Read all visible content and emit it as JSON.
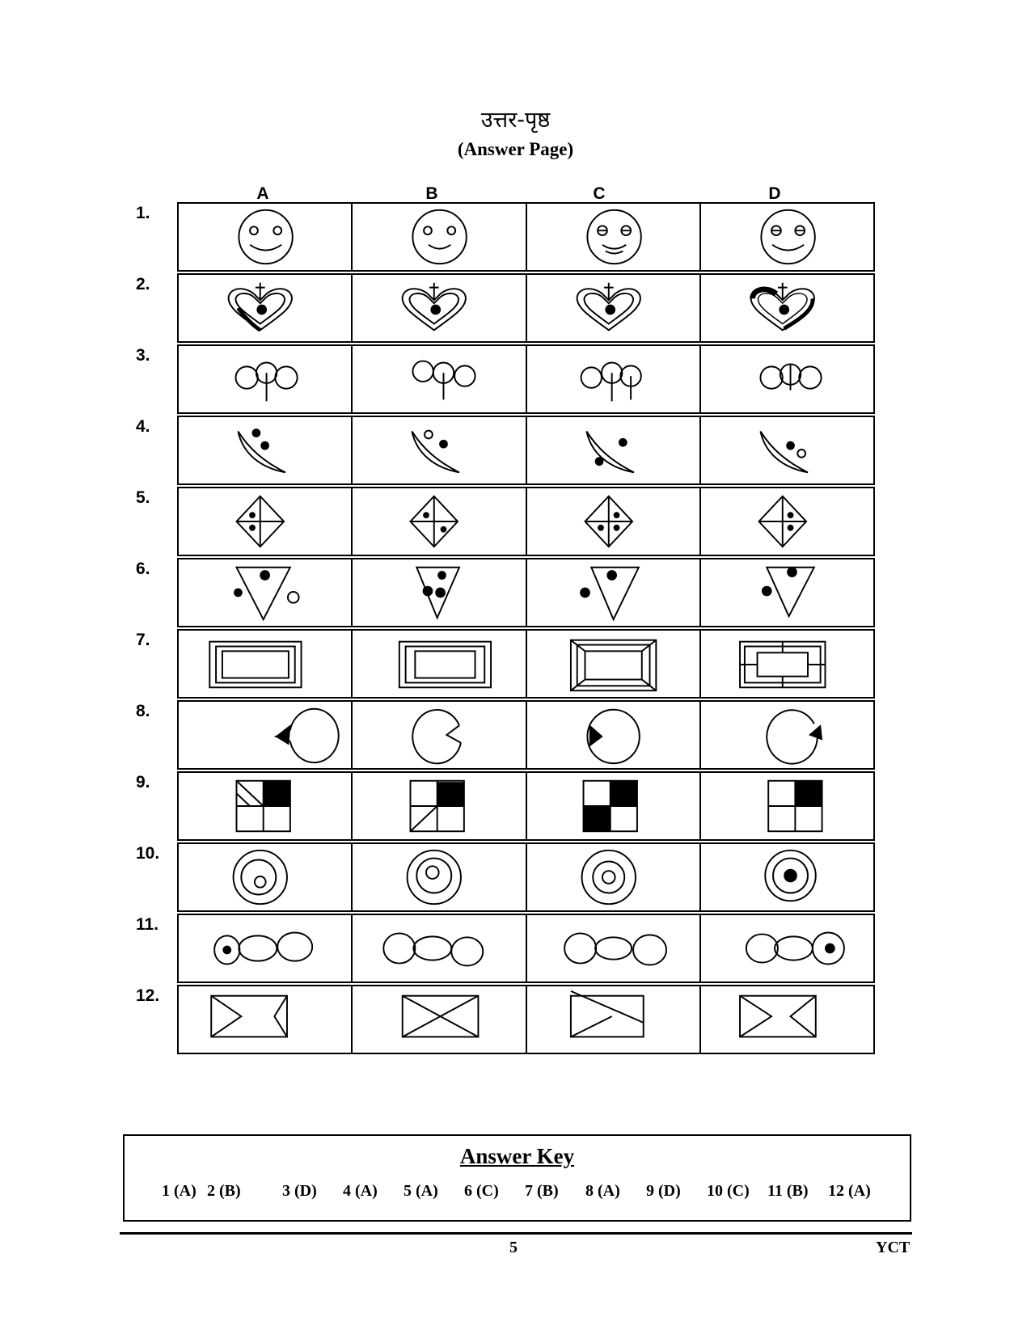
{
  "header": {
    "title_hindi": "उत्तर-पृष्ठ",
    "title_english": "(Answer Page)"
  },
  "columns": [
    "A",
    "B",
    "C",
    "D"
  ],
  "questions": [
    {
      "number": "1."
    },
    {
      "number": "2."
    },
    {
      "number": "3."
    },
    {
      "number": "4."
    },
    {
      "number": "5."
    },
    {
      "number": "6."
    },
    {
      "number": "7."
    },
    {
      "number": "8."
    },
    {
      "number": "9."
    },
    {
      "number": "10."
    },
    {
      "number": "11."
    },
    {
      "number": "12."
    }
  ],
  "answer_key": {
    "title": "Answer Key",
    "items": [
      "1 (A)",
      "2 (B)",
      "3 (D)",
      "4 (A)",
      "5 (A)",
      "6 (C)",
      "7 (B)",
      "8 (A)",
      "9 (D)",
      "10 (C)",
      "11 (B)",
      "12 (A)"
    ]
  },
  "footer": {
    "page_number": "5",
    "brand": "YCT"
  }
}
